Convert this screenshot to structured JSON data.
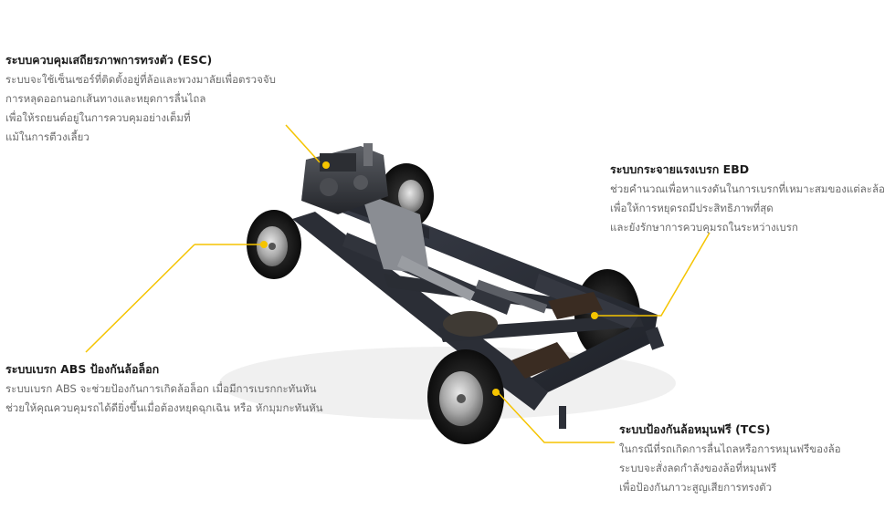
{
  "accent_color": "#f5c400",
  "chassis": {
    "image_icon": "pickup-chassis-illustration"
  },
  "callouts": {
    "esc": {
      "title": "ระบบควบคุมเสถียรภาพการทรงตัว (ESC)",
      "lines": [
        "ระบบจะใช้เซ็นเซอร์ที่ติดตั้งอยู่ที่ล้อและพวงมาลัยเพื่อตรวจจับ",
        "การหลุดออกนอกเส้นทางและหยุดการลื่นไถล",
        "เพื่อให้รถยนต์อยู่ในการควบคุมอย่างเต็มที่",
        "แม้ในการตีวงเลี้ยว"
      ]
    },
    "ebd": {
      "title": "ระบบกระจายแรงเบรก EBD",
      "lines": [
        "ช่วยคำนวณเพื่อหาแรงดันในการเบรกที่เหมาะสมของแต่ละล้อ",
        "เพื่อให้การหยุดรถมีประสิทธิภาพที่สุด",
        "และยังรักษาการควบคุมรถในระหว่างเบรก"
      ]
    },
    "abs": {
      "title": "ระบบเบรก ABS ป้องกันล้อล็อก",
      "lines": [
        "ระบบเบรก ABS จะช่วยป้องกันการเกิดล้อล็อก เมื่อมีการเบรกกะทันหัน",
        "ช่วยให้คุณควบคุมรถได้ดียิ่งขึ้นเมื่อต้องหยุดฉุกเฉิน หรือ หักมุมกะทันหัน"
      ]
    },
    "tcs": {
      "title": "ระบบป้องกันล้อหมุนฟรี (TCS)",
      "lines": [
        "ในกรณีที่รถเกิดการลื่นไถลหรือการหมุนฟรีของล้อ",
        "ระบบจะสั่งลดกำลังของล้อที่หมุนฟรี",
        "เพื่อป้องกันภาวะสูญเสียการทรงตัว"
      ]
    }
  }
}
